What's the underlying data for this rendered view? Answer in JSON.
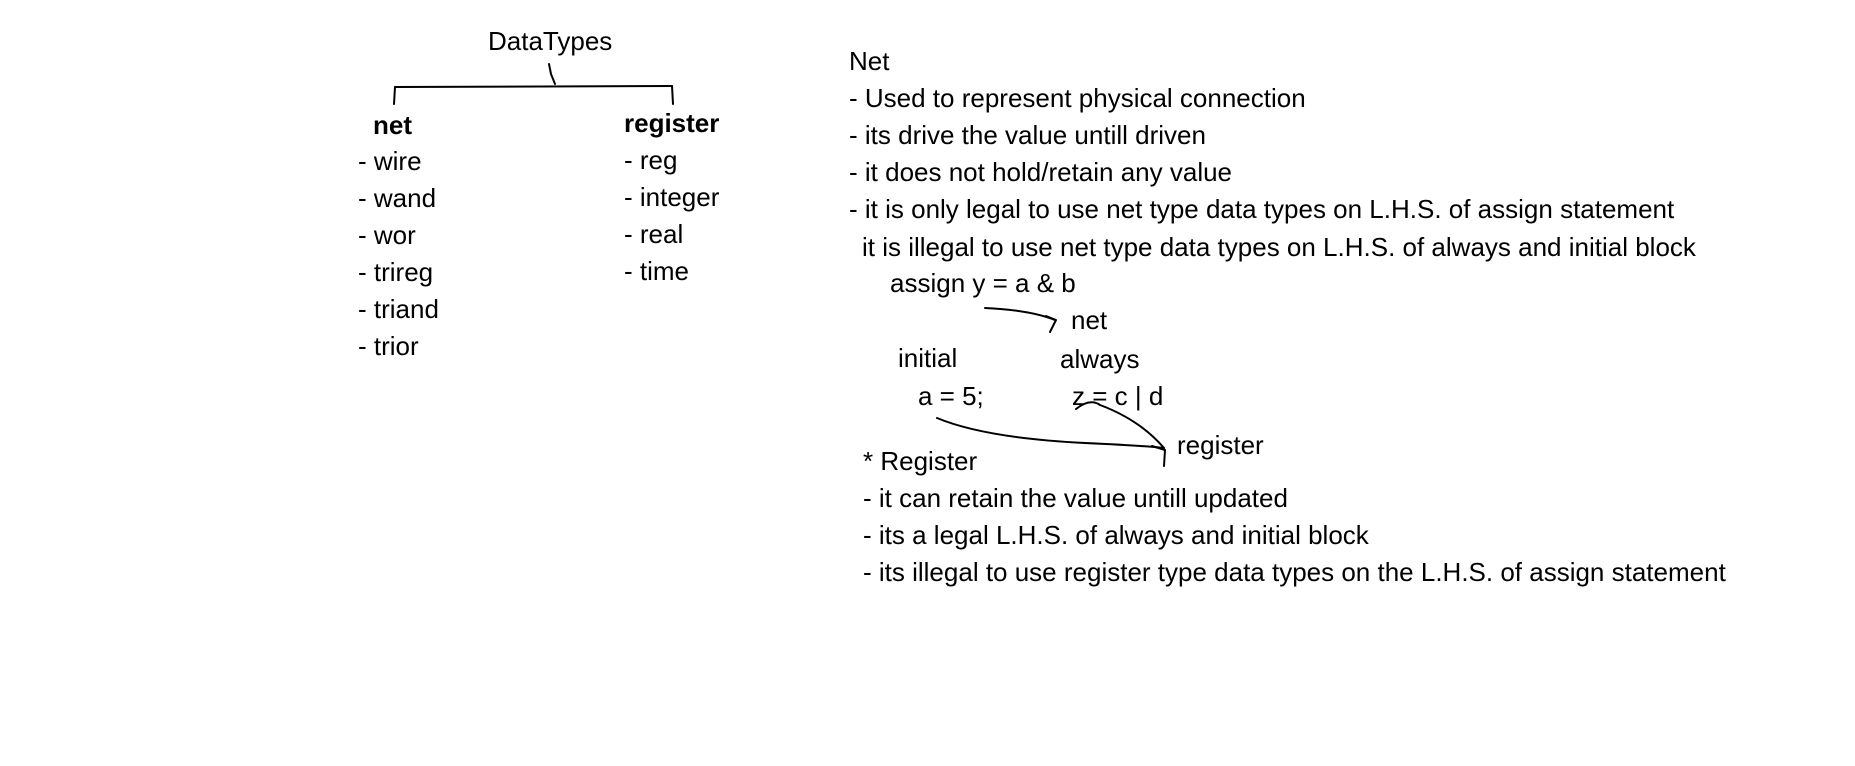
{
  "tree": {
    "root": "DataTypes",
    "net": {
      "heading": "net",
      "items": [
        "- wire",
        "- wand",
        "- wor",
        "- trireg",
        "- triand",
        "- trior"
      ]
    },
    "register": {
      "heading": "register",
      "items": [
        "- reg",
        "- integer",
        "- real",
        "- time"
      ]
    }
  },
  "notes": {
    "net_title": "Net",
    "net_lines": [
      "- Used to represent physical connection",
      "- its drive the value untill driven",
      "- it does not hold/retain any value",
      "- it is only legal to use net type data types on L.H.S. of assign statement",
      "it is illegal to use net type data types on L.H.S. of always and initial block"
    ],
    "example": {
      "assign": "assign y = a & b",
      "net_label": "net",
      "initial_label": "initial",
      "initial_stmt": "a = 5;",
      "always_label": "always",
      "always_stmt": "z = c | d",
      "register_label": "register"
    },
    "register_title": "* Register",
    "register_lines": [
      "- it can retain the value untill updated",
      "- its a legal L.H.S. of always and initial block",
      "- its illegal to use register type data types on the L.H.S. of assign statement"
    ]
  }
}
